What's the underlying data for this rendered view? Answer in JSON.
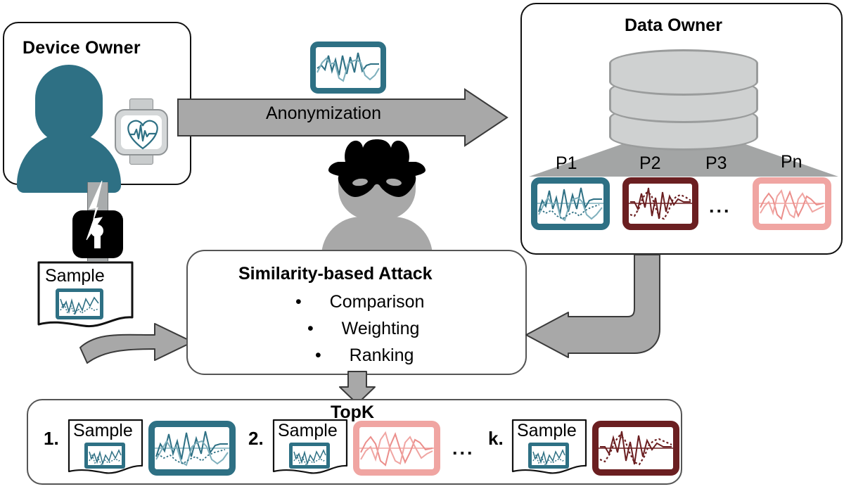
{
  "colors": {
    "teal": "#2e7084",
    "darkred": "#6b1f21",
    "pink": "#f0a5a2",
    "gray_arrow": "#a8a8a8",
    "gray_dark": "#8f9395",
    "cylinder": "#cfd1d1",
    "black": "#000000"
  },
  "device_owner": {
    "title": "Device Owner",
    "person_icon": "person-silhouette-icon",
    "watch_icon": "smartwatch-heartbeat-icon"
  },
  "anonymization": {
    "label": "Anonymization",
    "arrow_icon": "right-arrow-icon",
    "tile_icon": "timeseries-chart-teal-icon"
  },
  "data_owner": {
    "title": "Data Owner",
    "database_icon": "database-cylinder-icon",
    "partition_labels": [
      "P1",
      "P2",
      "P3",
      "Pn"
    ],
    "ellipsis": "...",
    "tiles": [
      {
        "name": "P1",
        "color": "#2e7084",
        "style": "teal"
      },
      {
        "name": "P2",
        "color": "#6b1f21",
        "style": "darkred"
      },
      {
        "name": "Pn",
        "color": "#f0a5a2",
        "style": "pink"
      }
    ]
  },
  "attacker": {
    "icon": "masked-thief-icon"
  },
  "sample": {
    "lock_icon": "broken-padlock-icon",
    "label": "Sample",
    "chart_icon": "timeseries-chart-teal-icon"
  },
  "attack_box": {
    "title": "Similarity-based  Attack",
    "bullet_char": "•",
    "items": [
      "Comparison",
      "Weighting",
      "Ranking"
    ]
  },
  "topk": {
    "title": "TopK",
    "ellipsis": "...",
    "entries": [
      {
        "rank": "1.",
        "sample_label": "Sample",
        "sample_chart": "timeseries-chart-teal-icon",
        "match_color": "#2e7084",
        "match_style": "teal"
      },
      {
        "rank": "2.",
        "sample_label": "Sample",
        "sample_chart": "timeseries-chart-teal-icon",
        "match_color": "#f0a5a2",
        "match_style": "pink"
      },
      {
        "rank": "k.",
        "sample_label": "Sample",
        "sample_chart": "timeseries-chart-teal-icon",
        "match_color": "#6b1f21",
        "match_style": "darkred"
      }
    ]
  },
  "flow_arrows": {
    "device_to_data": "anonymization-arrow",
    "sample_to_attack": "sample-to-attack-arrow",
    "data_to_attack": "data-to-attack-elbow-arrow",
    "attack_to_topk": "attack-to-topk-arrow"
  }
}
